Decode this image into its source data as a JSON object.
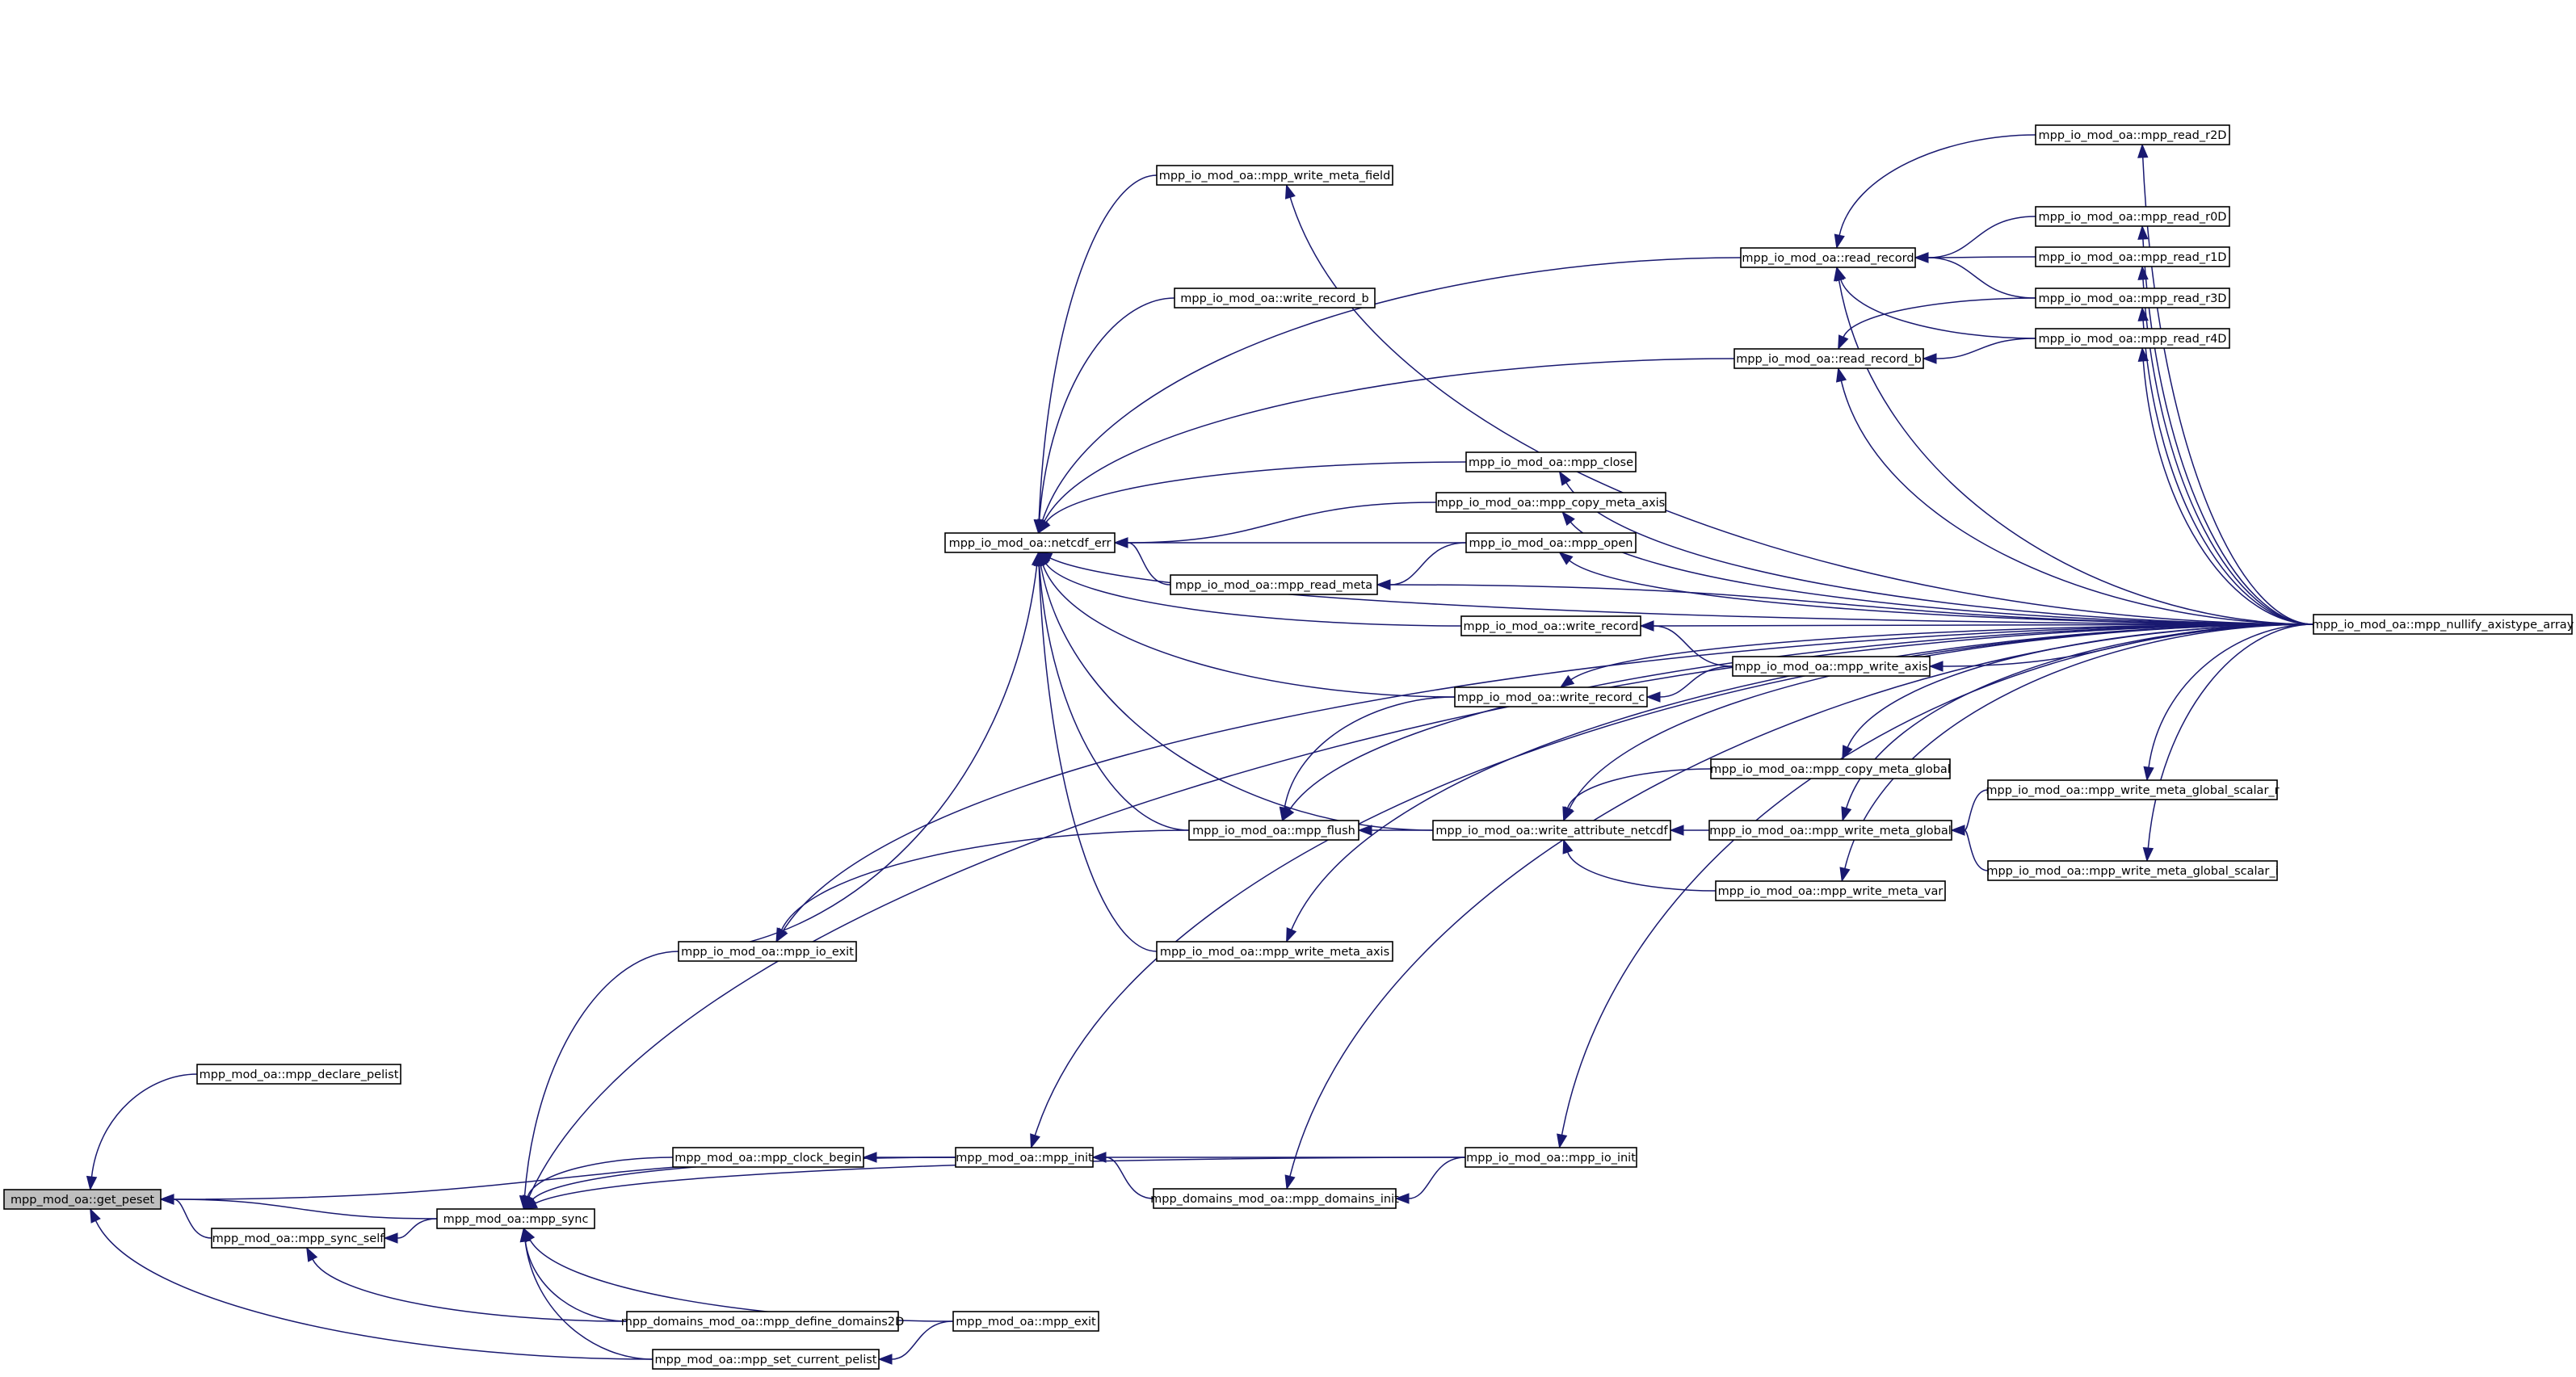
{
  "graph": {
    "kind": "doxygen caller graph",
    "edge_color": "#191970",
    "root_fill": "#bfbfbf",
    "root": "get_peset",
    "nodes": [
      {
        "id": "get_peset",
        "label": "mpp_mod_oa::get_peset"
      },
      {
        "id": "mpp_declare_pelist",
        "label": "mpp_mod_oa::mpp_declare_pelist"
      },
      {
        "id": "mpp_sync_self",
        "label": "mpp_mod_oa::mpp_sync_self"
      },
      {
        "id": "mpp_sync",
        "label": "mpp_mod_oa::mpp_sync"
      },
      {
        "id": "mpp_set_current_pelist",
        "label": "mpp_mod_oa::mpp_set_current_pelist"
      },
      {
        "id": "mpp_init",
        "label": "mpp_mod_oa::mpp_init"
      },
      {
        "id": "mpp_clock_begin",
        "label": "mpp_mod_oa::mpp_clock_begin"
      },
      {
        "id": "mpp_define_domains2D",
        "label": "mpp_domains_mod_oa::mpp_define_domains2D"
      },
      {
        "id": "mpp_exit",
        "label": "mpp_mod_oa::mpp_exit"
      },
      {
        "id": "mpp_io_exit",
        "label": "mpp_io_mod_oa::mpp_io_exit"
      },
      {
        "id": "mpp_domains_init",
        "label": "mpp_domains_mod_oa::mpp_domains_init"
      },
      {
        "id": "mpp_io_init",
        "label": "mpp_io_mod_oa::mpp_io_init"
      },
      {
        "id": "netcdf_err",
        "label": "mpp_io_mod_oa::netcdf_err"
      },
      {
        "id": "mpp_flush",
        "label": "mpp_io_mod_oa::mpp_flush"
      },
      {
        "id": "mpp_write_meta_axis",
        "label": "mpp_io_mod_oa::mpp_write_meta_axis"
      },
      {
        "id": "mpp_write_meta_field",
        "label": "mpp_io_mod_oa::mpp_write_meta_field"
      },
      {
        "id": "write_record_b",
        "label": "mpp_io_mod_oa::write_record_b"
      },
      {
        "id": "read_record",
        "label": "mpp_io_mod_oa::read_record"
      },
      {
        "id": "read_record_b",
        "label": "mpp_io_mod_oa::read_record_b"
      },
      {
        "id": "mpp_close",
        "label": "mpp_io_mod_oa::mpp_close"
      },
      {
        "id": "mpp_copy_meta_axis",
        "label": "mpp_io_mod_oa::mpp_copy_meta_axis"
      },
      {
        "id": "mpp_open",
        "label": "mpp_io_mod_oa::mpp_open"
      },
      {
        "id": "mpp_read_meta",
        "label": "mpp_io_mod_oa::mpp_read_meta"
      },
      {
        "id": "write_record",
        "label": "mpp_io_mod_oa::write_record"
      },
      {
        "id": "write_record_c",
        "label": "mpp_io_mod_oa::write_record_c"
      },
      {
        "id": "write_attribute_netcdf",
        "label": "mpp_io_mod_oa::write_attribute_netcdf"
      },
      {
        "id": "mpp_write_axis",
        "label": "mpp_io_mod_oa::mpp_write_axis"
      },
      {
        "id": "mpp_copy_meta_global",
        "label": "mpp_io_mod_oa::mpp_copy_meta_global"
      },
      {
        "id": "mpp_write_meta_global",
        "label": "mpp_io_mod_oa::mpp_write_meta_global"
      },
      {
        "id": "mpp_write_meta_var",
        "label": "mpp_io_mod_oa::mpp_write_meta_var"
      },
      {
        "id": "mpp_read_r2D",
        "label": "mpp_io_mod_oa::mpp_read_r2D"
      },
      {
        "id": "mpp_read_r0D",
        "label": "mpp_io_mod_oa::mpp_read_r0D"
      },
      {
        "id": "mpp_read_r1D",
        "label": "mpp_io_mod_oa::mpp_read_r1D"
      },
      {
        "id": "mpp_read_r3D",
        "label": "mpp_io_mod_oa::mpp_read_r3D"
      },
      {
        "id": "mpp_read_r4D",
        "label": "mpp_io_mod_oa::mpp_read_r4D"
      },
      {
        "id": "mpp_write_meta_global_scalar_r",
        "label": "mpp_io_mod_oa::mpp_write_meta_global_scalar_r"
      },
      {
        "id": "mpp_write_meta_global_scalar_i",
        "label": "mpp_io_mod_oa::mpp_write_meta_global_scalar_i"
      },
      {
        "id": "mpp_nullify_axistype_array",
        "label": "mpp_io_mod_oa::mpp_nullify_axistype_array"
      }
    ],
    "edges": [
      [
        "mpp_declare_pelist",
        "get_peset"
      ],
      [
        "mpp_init",
        "get_peset"
      ],
      [
        "mpp_sync_self",
        "get_peset"
      ],
      [
        "mpp_sync",
        "get_peset"
      ],
      [
        "mpp_set_current_pelist",
        "get_peset"
      ],
      [
        "mpp_sync",
        "mpp_sync_self"
      ],
      [
        "mpp_define_domains2D",
        "mpp_sync_self"
      ],
      [
        "mpp_exit",
        "mpp_set_current_pelist"
      ],
      [
        "mpp_io_exit",
        "mpp_sync"
      ],
      [
        "mpp_clock_begin",
        "mpp_sync"
      ],
      [
        "mpp_init",
        "mpp_sync"
      ],
      [
        "mpp_io_init",
        "mpp_sync"
      ],
      [
        "mpp_define_domains2D",
        "mpp_sync"
      ],
      [
        "mpp_exit",
        "mpp_sync"
      ],
      [
        "mpp_set_current_pelist",
        "mpp_sync"
      ],
      [
        "mpp_nullify_axistype_array",
        "mpp_sync"
      ],
      [
        "mpp_init",
        "mpp_clock_begin"
      ],
      [
        "mpp_io_init",
        "mpp_init"
      ],
      [
        "mpp_domains_init",
        "mpp_init"
      ],
      [
        "mpp_nullify_axistype_array",
        "mpp_init"
      ],
      [
        "mpp_io_init",
        "mpp_domains_init"
      ],
      [
        "mpp_nullify_axistype_array",
        "mpp_domains_init"
      ],
      [
        "mpp_nullify_axistype_array",
        "mpp_io_init"
      ],
      [
        "mpp_flush",
        "mpp_io_exit"
      ],
      [
        "mpp_nullify_axistype_array",
        "mpp_io_exit"
      ],
      [
        "mpp_io_exit",
        "netcdf_err"
      ],
      [
        "mpp_write_meta_field",
        "netcdf_err"
      ],
      [
        "write_record_b",
        "netcdf_err"
      ],
      [
        "read_record",
        "netcdf_err"
      ],
      [
        "read_record_b",
        "netcdf_err"
      ],
      [
        "mpp_close",
        "netcdf_err"
      ],
      [
        "mpp_copy_meta_axis",
        "netcdf_err"
      ],
      [
        "mpp_open",
        "netcdf_err"
      ],
      [
        "mpp_read_meta",
        "netcdf_err"
      ],
      [
        "write_record",
        "netcdf_err"
      ],
      [
        "write_record_c",
        "netcdf_err"
      ],
      [
        "write_attribute_netcdf",
        "netcdf_err"
      ],
      [
        "mpp_flush",
        "netcdf_err"
      ],
      [
        "mpp_write_meta_axis",
        "netcdf_err"
      ],
      [
        "mpp_nullify_axistype_array",
        "netcdf_err"
      ],
      [
        "mpp_open",
        "mpp_read_meta"
      ],
      [
        "write_record_c",
        "mpp_flush"
      ],
      [
        "write_attribute_netcdf",
        "mpp_flush"
      ],
      [
        "mpp_nullify_axistype_array",
        "mpp_flush"
      ],
      [
        "mpp_nullify_axistype_array",
        "mpp_write_meta_axis"
      ],
      [
        "mpp_nullify_axistype_array",
        "mpp_write_meta_field"
      ],
      [
        "mpp_read_r2D",
        "read_record"
      ],
      [
        "mpp_read_r0D",
        "read_record"
      ],
      [
        "mpp_read_r1D",
        "read_record"
      ],
      [
        "mpp_read_r3D",
        "read_record"
      ],
      [
        "mpp_read_r4D",
        "read_record"
      ],
      [
        "mpp_nullify_axistype_array",
        "read_record"
      ],
      [
        "mpp_read_r3D",
        "read_record_b"
      ],
      [
        "mpp_read_r4D",
        "read_record_b"
      ],
      [
        "mpp_nullify_axistype_array",
        "read_record_b"
      ],
      [
        "mpp_nullify_axistype_array",
        "mpp_close"
      ],
      [
        "mpp_nullify_axistype_array",
        "mpp_copy_meta_axis"
      ],
      [
        "mpp_nullify_axistype_array",
        "mpp_open"
      ],
      [
        "mpp_nullify_axistype_array",
        "mpp_read_meta"
      ],
      [
        "mpp_nullify_axistype_array",
        "write_record"
      ],
      [
        "mpp_write_axis",
        "write_record"
      ],
      [
        "mpp_write_axis",
        "write_record_c"
      ],
      [
        "mpp_nullify_axistype_array",
        "write_record_c"
      ],
      [
        "mpp_copy_meta_global",
        "write_attribute_netcdf"
      ],
      [
        "mpp_write_meta_global",
        "write_attribute_netcdf"
      ],
      [
        "mpp_write_meta_var",
        "write_attribute_netcdf"
      ],
      [
        "mpp_nullify_axistype_array",
        "write_attribute_netcdf"
      ],
      [
        "mpp_nullify_axistype_array",
        "mpp_write_axis"
      ],
      [
        "mpp_nullify_axistype_array",
        "mpp_copy_meta_global"
      ],
      [
        "mpp_write_meta_global_scalar_r",
        "mpp_write_meta_global"
      ],
      [
        "mpp_write_meta_global_scalar_i",
        "mpp_write_meta_global"
      ],
      [
        "mpp_nullify_axistype_array",
        "mpp_write_meta_global"
      ],
      [
        "mpp_nullify_axistype_array",
        "mpp_write_meta_var"
      ],
      [
        "mpp_nullify_axistype_array",
        "mpp_read_r2D"
      ],
      [
        "mpp_nullify_axistype_array",
        "mpp_read_r0D"
      ],
      [
        "mpp_nullify_axistype_array",
        "mpp_read_r1D"
      ],
      [
        "mpp_nullify_axistype_array",
        "mpp_read_r3D"
      ],
      [
        "mpp_nullify_axistype_array",
        "mpp_read_r4D"
      ],
      [
        "mpp_nullify_axistype_array",
        "mpp_write_meta_global_scalar_r"
      ],
      [
        "mpp_nullify_axistype_array",
        "mpp_write_meta_global_scalar_i"
      ]
    ]
  }
}
